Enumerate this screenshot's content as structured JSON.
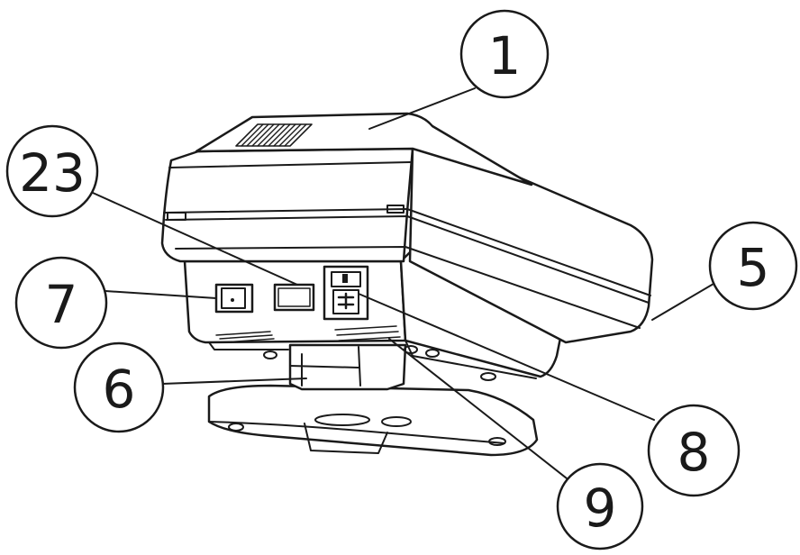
{
  "diagram": {
    "callouts": [
      {
        "id": "c1",
        "label": "1"
      },
      {
        "id": "c23",
        "label": "23"
      },
      {
        "id": "c5",
        "label": "5"
      },
      {
        "id": "c7",
        "label": "7"
      },
      {
        "id": "c6",
        "label": "6"
      },
      {
        "id": "c8",
        "label": "8"
      },
      {
        "id": "c9",
        "label": "9"
      }
    ]
  },
  "colors": {
    "line": "#1a1a1a",
    "background": "#ffffff"
  }
}
